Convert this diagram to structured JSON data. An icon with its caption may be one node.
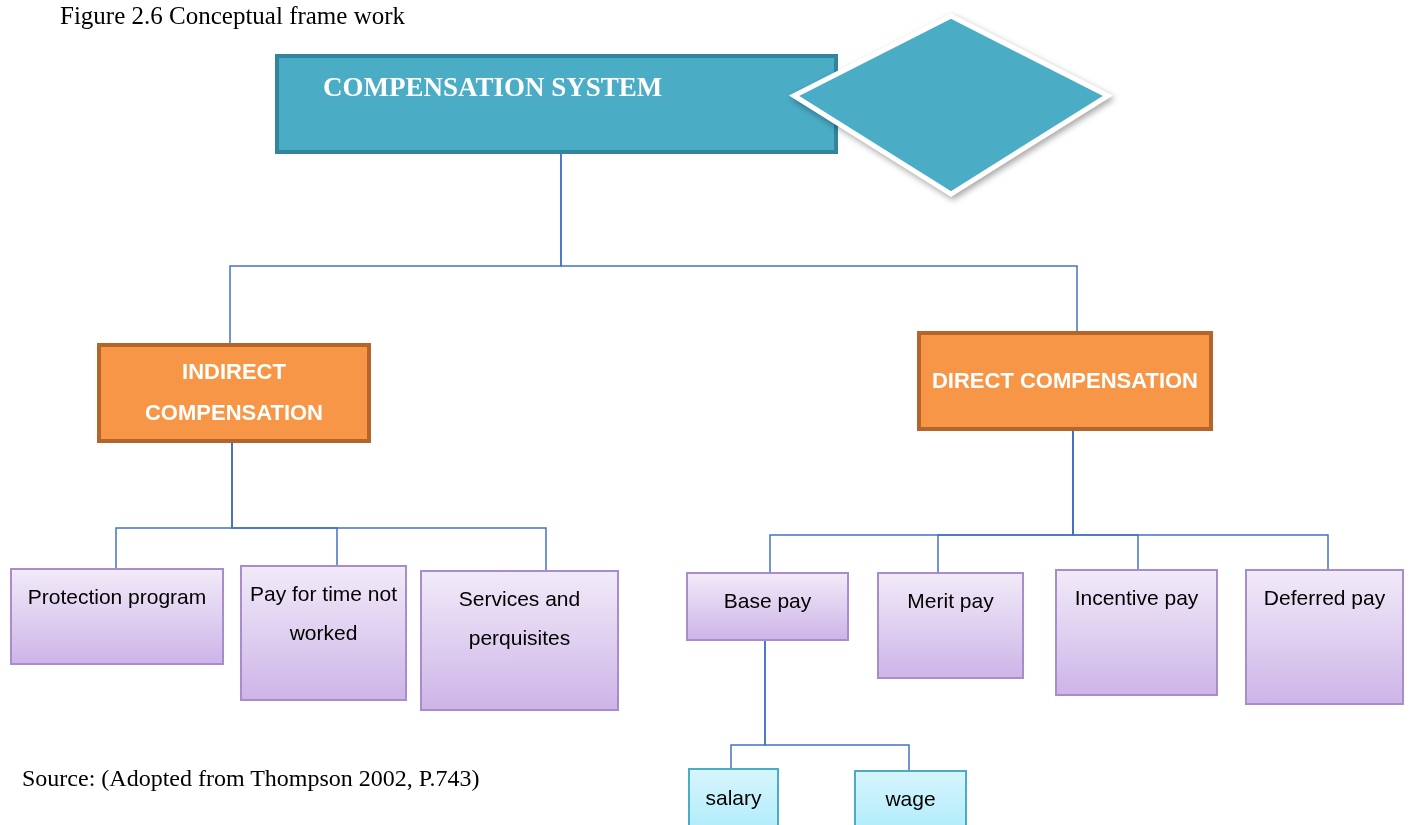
{
  "diagram": {
    "title": "Figure 2.6 Conceptual frame work",
    "caption": "Source: (Adopted from Thompson 2002, P.743)",
    "nodes": [
      {
        "text": [
          "COMPENSATION SYSTEM"
        ]
      },
      {
        "text": [],
        "shape": "diamond"
      },
      {
        "text": [
          "INDIRECT COMPENSATION"
        ]
      },
      {
        "text": [
          "DIRECT COMPENSATION"
        ]
      },
      {
        "text": [
          "Protection program"
        ]
      },
      {
        "text": [
          "Pay for time not worked"
        ]
      },
      {
        "text": [
          "Services and perquisites"
        ]
      },
      {
        "text": [
          "Base pay"
        ]
      },
      {
        "text": [
          "Merit pay"
        ]
      },
      {
        "text": [
          "Incentive pay"
        ]
      },
      {
        "text": [
          "Deferred pay"
        ]
      },
      {
        "text": [
          "salary"
        ]
      },
      {
        "text": [
          "wage"
        ]
      }
    ],
    "edges": [
      {
        "from": 0,
        "to": 2,
        "arrow": "none"
      },
      {
        "from": 0,
        "to": 3,
        "arrow": "none"
      },
      {
        "from": 2,
        "to": 4,
        "arrow": "none"
      },
      {
        "from": 2,
        "to": 5,
        "arrow": "none"
      },
      {
        "from": 2,
        "to": 6,
        "arrow": "none"
      },
      {
        "from": 3,
        "to": 7,
        "arrow": "none"
      },
      {
        "from": 3,
        "to": 8,
        "arrow": "none"
      },
      {
        "from": 3,
        "to": 9,
        "arrow": "none"
      },
      {
        "from": 3,
        "to": 10,
        "arrow": "none"
      },
      {
        "from": 7,
        "to": 11,
        "arrow": "none"
      },
      {
        "from": 7,
        "to": 12,
        "arrow": "none"
      }
    ]
  }
}
